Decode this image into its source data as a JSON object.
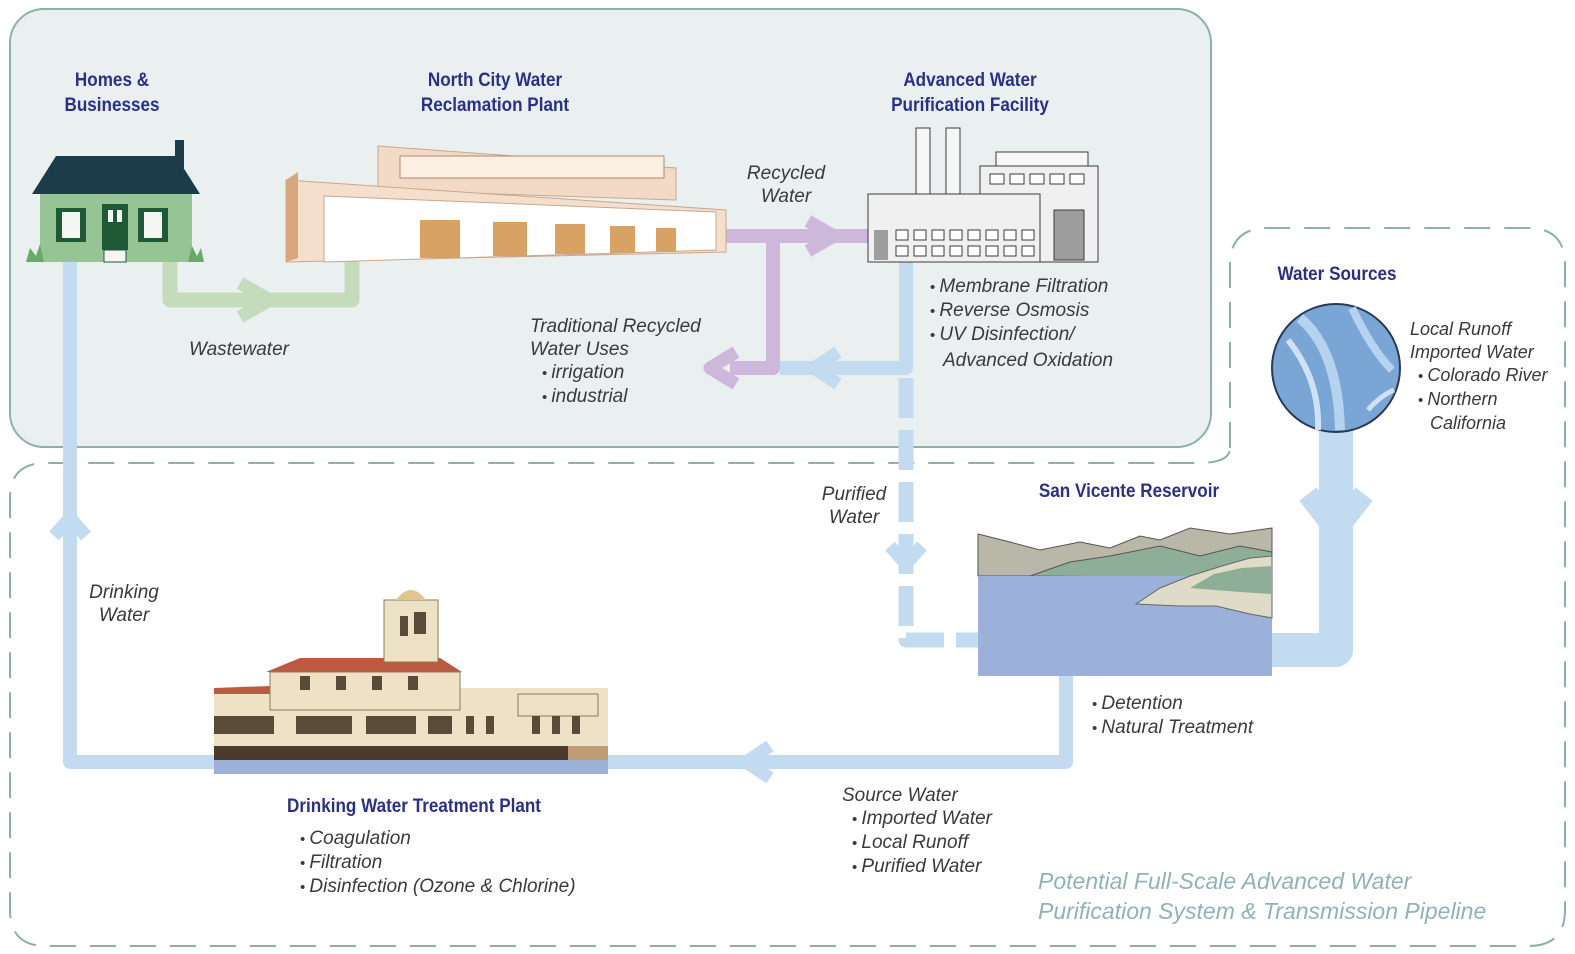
{
  "colors": {
    "panel_fill": "#eaf0f0",
    "panel_border": "#8ab1ad",
    "title_blue": "#2b2f8c",
    "wastewater_green": "#c4dcbc",
    "recycled_purple": "#cdb8dc",
    "water_blue": "#c3dbf0"
  },
  "nodes": {
    "homes": {
      "title": [
        "Homes &",
        "Businesses"
      ],
      "icon": "house-icon"
    },
    "reclamation": {
      "title": [
        "North City Water",
        "Reclamation Plant"
      ],
      "icon": "factory-icon"
    },
    "purification": {
      "title": [
        "Advanced Water",
        "Purification Facility"
      ],
      "icon": "facility-icon",
      "processes": [
        "Membrane Filtration",
        "Reverse Osmosis",
        "UV Disinfection/",
        "Advanced Oxidation"
      ]
    },
    "water_sources": {
      "title": "Water Sources",
      "icon": "globe-icon",
      "items": [
        "Local Runoff",
        "Imported Water"
      ],
      "subitems": [
        "Colorado River",
        "Northern",
        "California"
      ]
    },
    "reservoir": {
      "title": "San Vicente Reservoir",
      "icon": "reservoir-icon",
      "processes": [
        "Detention",
        "Natural Treatment"
      ]
    },
    "treatment_plant": {
      "title": "Drinking Water Treatment Plant",
      "icon": "treatment-plant-icon",
      "processes": [
        "Coagulation",
        "Filtration",
        "Disinfection (Ozone & Chlorine)"
      ]
    }
  },
  "flows": {
    "wastewater": "Wastewater",
    "recycled": [
      "Recycled",
      "Water"
    ],
    "traditional": {
      "heading": [
        "Traditional Recycled",
        "Water Uses"
      ],
      "items": [
        "irrigation",
        "industrial"
      ]
    },
    "purified": [
      "Purified",
      "Water"
    ],
    "drinking": [
      "Drinking",
      "Water"
    ],
    "source": {
      "heading": "Source Water",
      "items": [
        "Imported Water",
        "Local Runoff",
        "Purified Water"
      ]
    }
  },
  "footer": [
    "Potential Full-Scale Advanced Water",
    "Purification System & Transmission Pipeline"
  ]
}
